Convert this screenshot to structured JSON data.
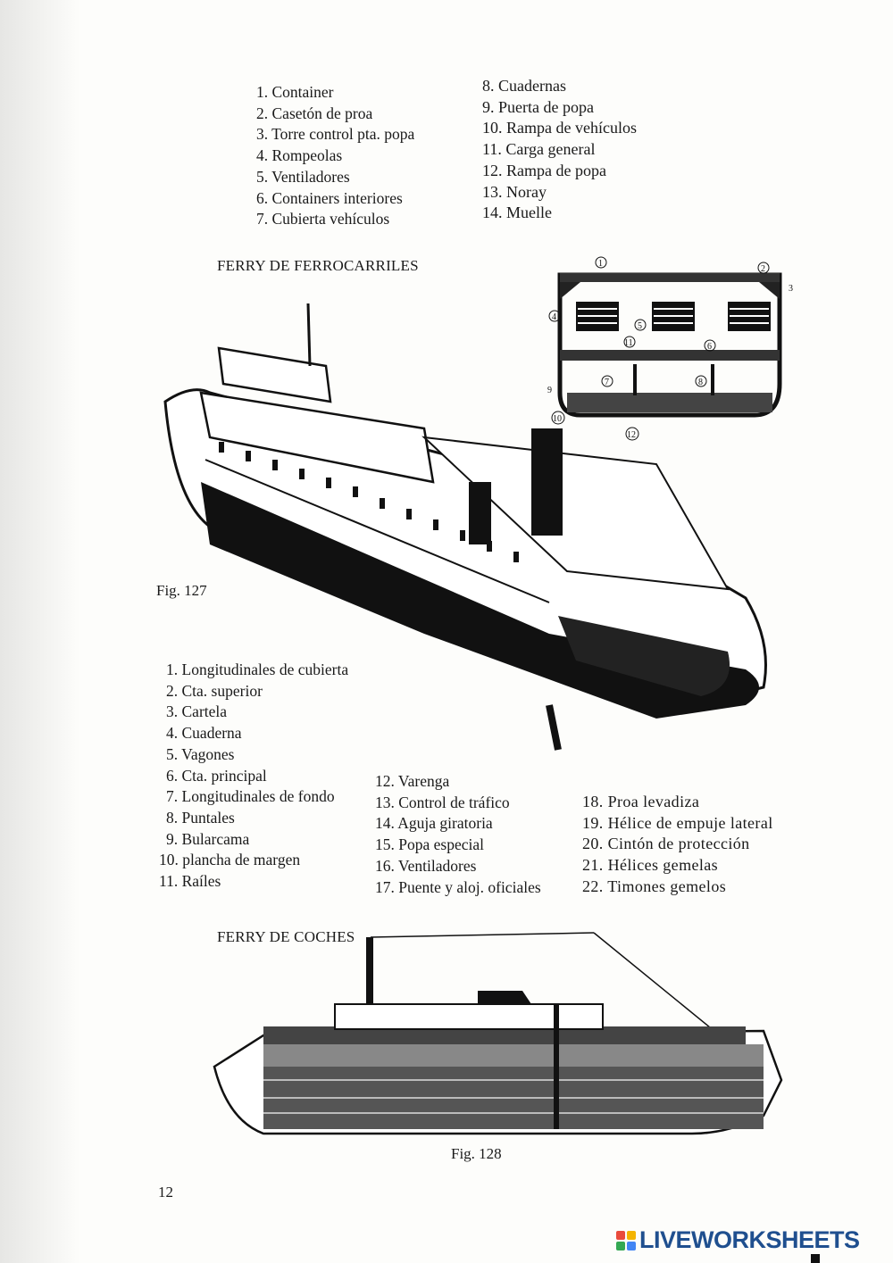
{
  "fig127": {
    "title": "FERRY DE FERROCARRILES",
    "caption": "Fig. 127",
    "top_list_left": [
      "1. Container",
      "2. Casetón de proa",
      "3. Torre control pta. popa",
      "4. Rompeolas",
      "5. Ventiladores",
      "6. Containers interiores",
      "7. Cubierta vehículos"
    ],
    "top_list_right": [
      "8. Cuadernas",
      "9. Puerta de popa",
      "10. Rampa de vehículos",
      "11. Carga general",
      "12. Rampa de popa",
      "13. Noray",
      "14. Muelle"
    ],
    "list_col1": [
      "1. Longitudinales de cubierta",
      "2. Cta. superior",
      "3. Cartela",
      "4. Cuaderna",
      "5. Vagones",
      "6. Cta. principal",
      "7. Longitudinales de fondo",
      "8. Puntales",
      "9. Bularcama",
      "10. plancha de margen",
      "11. Raíles"
    ],
    "list_col2": [
      "12. Varenga",
      "13. Control de tráfico",
      "14. Aguja giratoria",
      "15. Popa especial",
      "16. Ventiladores",
      "17. Puente y aloj. oficiales"
    ],
    "list_col3": [
      "18. Proa levadiza",
      "19. Hélice de empuje lateral",
      "20. Cintón de protección",
      "21. Hélices gemelas",
      "22. Timones gemelos"
    ]
  },
  "fig128": {
    "title": "FERRY DE COCHES",
    "caption": "Fig. 128"
  },
  "page_number": "12",
  "watermark": "LIVEWORKSHEETS",
  "colors": {
    "ink": "#1a1a1a",
    "logo": "#1f4f8f"
  }
}
